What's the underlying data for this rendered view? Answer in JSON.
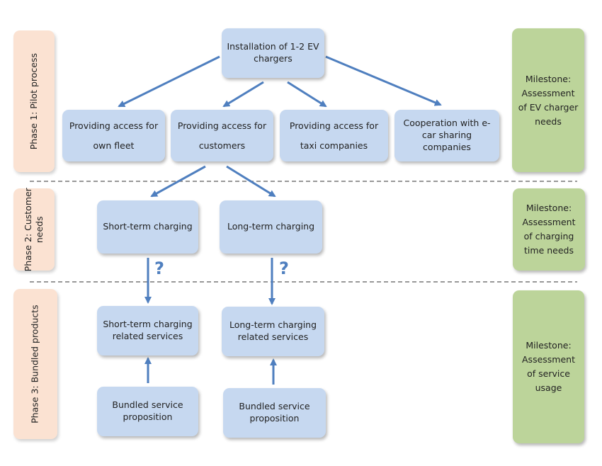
{
  "phases": {
    "phase1": "Phase 1: Pilot process",
    "phase2": "Phase 2: Customer needs",
    "phase3": "Phase 3: Bundled products"
  },
  "boxes": {
    "install": "Installation of 1-2 EV chargers",
    "own_fleet": "Providing access for own fleet",
    "customers": "Providing access for customers",
    "taxi": "Providing access for taxi companies",
    "ecar": "Cooperation with e-car sharing companies",
    "short_term": "Short-term charging",
    "long_term": "Long-term charging",
    "short_services": "Short-term charging related services",
    "long_services": "Long-term charging related services",
    "bundle_left": "Bundled service proposition",
    "bundle_right": "Bundled service proposition"
  },
  "milestones": {
    "m1": "Milestone: Assessment of EV charger needs",
    "m2": "Milestone: Assessment of charging time needs",
    "m3": "Milestone: Assessment of service usage"
  },
  "question_marks": {
    "left": "?",
    "right": "?"
  },
  "colors": {
    "box_blue": "#c6d8f0",
    "milestone_green": "#bcd49a",
    "phase_peach": "#fbe2d2",
    "arrow_blue": "#4f7fbf"
  }
}
